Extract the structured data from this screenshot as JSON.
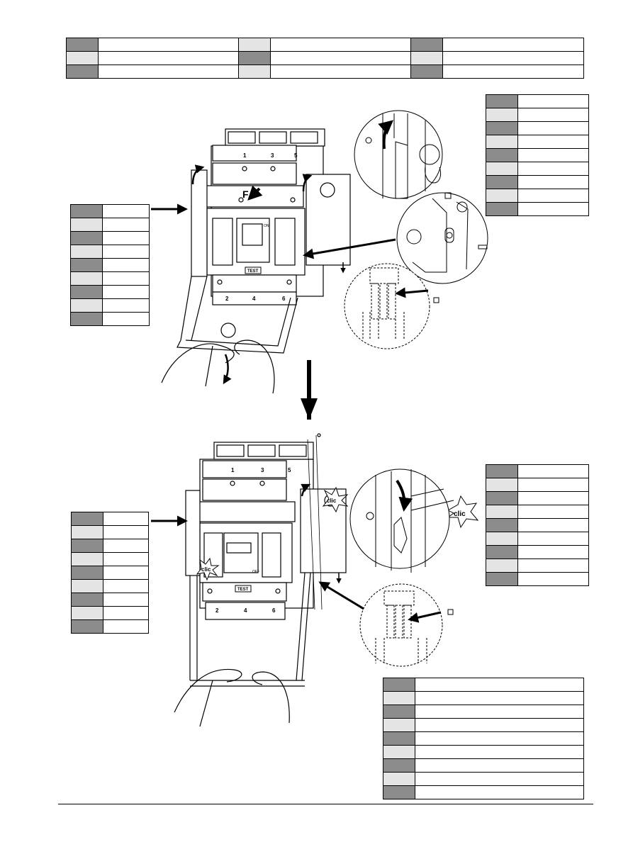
{
  "labels": {
    "force": "F",
    "test_top": "TEST",
    "test_bottom": "TEST",
    "on": "ON",
    "off": "OFF",
    "top_terminals": [
      "1",
      "3",
      "5"
    ],
    "bottom_terminals": [
      "2",
      "4",
      "6"
    ],
    "clic": "clic"
  },
  "legend_tables": {
    "top_header": {
      "rows": 3,
      "cols": 3,
      "pattern": [
        [
          "dark",
          "light",
          "dark"
        ],
        [
          "light",
          "dark",
          "light"
        ],
        [
          "dark",
          "light",
          "dark"
        ]
      ]
    },
    "right_top": {
      "rows": 9
    },
    "left_top": {
      "rows": 9
    },
    "right_middle": {
      "rows": 9
    },
    "left_bottom": {
      "rows": 9
    },
    "bottom_right": {
      "rows": 9
    }
  },
  "icons": [
    "arrow-icon",
    "padlock-icon",
    "hand-icon",
    "clic-burst-icon"
  ],
  "colors": {
    "dark_cell": "#8c8c8c",
    "light_cell": "#e4e4e4",
    "line": "#000000"
  }
}
